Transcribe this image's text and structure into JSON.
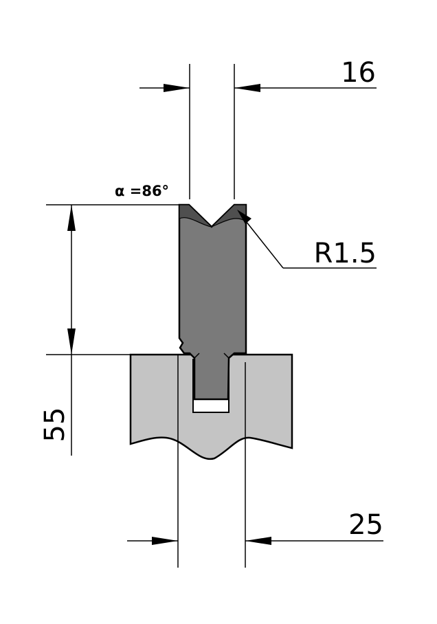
{
  "drawing": {
    "dim_top_width": "16",
    "angle_label": "α =86°",
    "radius_label": "R1.5",
    "dim_height": "55",
    "dim_bottom_width": "25"
  },
  "colors": {
    "die_body": "#7a7a7a",
    "die_tip": "#4f4f4f",
    "holder": "#c4c4c4",
    "line": "#000000"
  }
}
